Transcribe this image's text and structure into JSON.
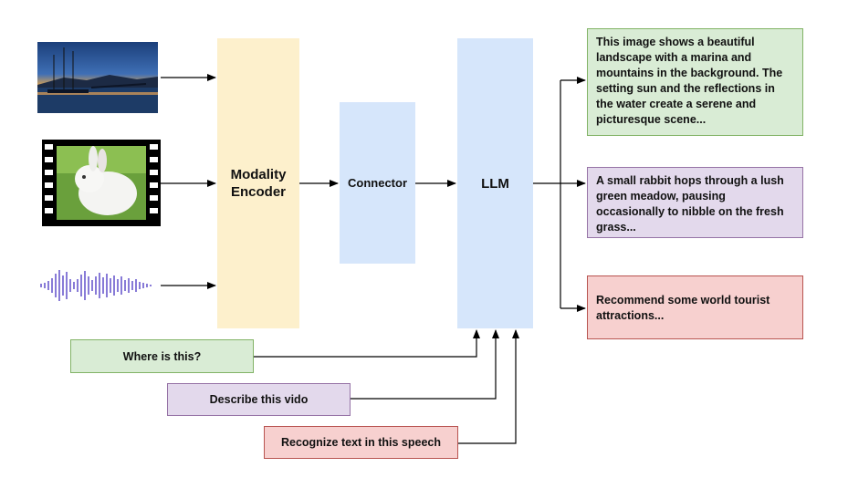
{
  "modality_encoder": {
    "label_line1": "Modality",
    "label_line2": "Encoder"
  },
  "connector": {
    "label": "Connector"
  },
  "llm": {
    "label": "LLM"
  },
  "inputs": [
    "landscape-photo",
    "rabbit-video-frame",
    "audio-waveform"
  ],
  "outputs": {
    "image_response": "This image shows a beautiful landscape with a marina and mountains in the background. The setting sun and the reflections in the water create a serene and picturesque scene...",
    "video_response": "A small rabbit hops through a lush green meadow, pausing occasionally to nibble on the fresh grass...",
    "speech_response": "Recommend some world tourist attractions..."
  },
  "prompts": {
    "image_prompt": "Where is this?",
    "video_prompt": "Describe this vido",
    "speech_prompt": "Recognize text in this speech"
  },
  "colors": {
    "encoder_fill": "#fdf0cc",
    "llm_fill": "#d6e6fb",
    "green_fill": "#d9ecd5",
    "purple_fill": "#e3d9ec",
    "red_fill": "#f7d0cf",
    "waveform": "#6a5acd"
  }
}
